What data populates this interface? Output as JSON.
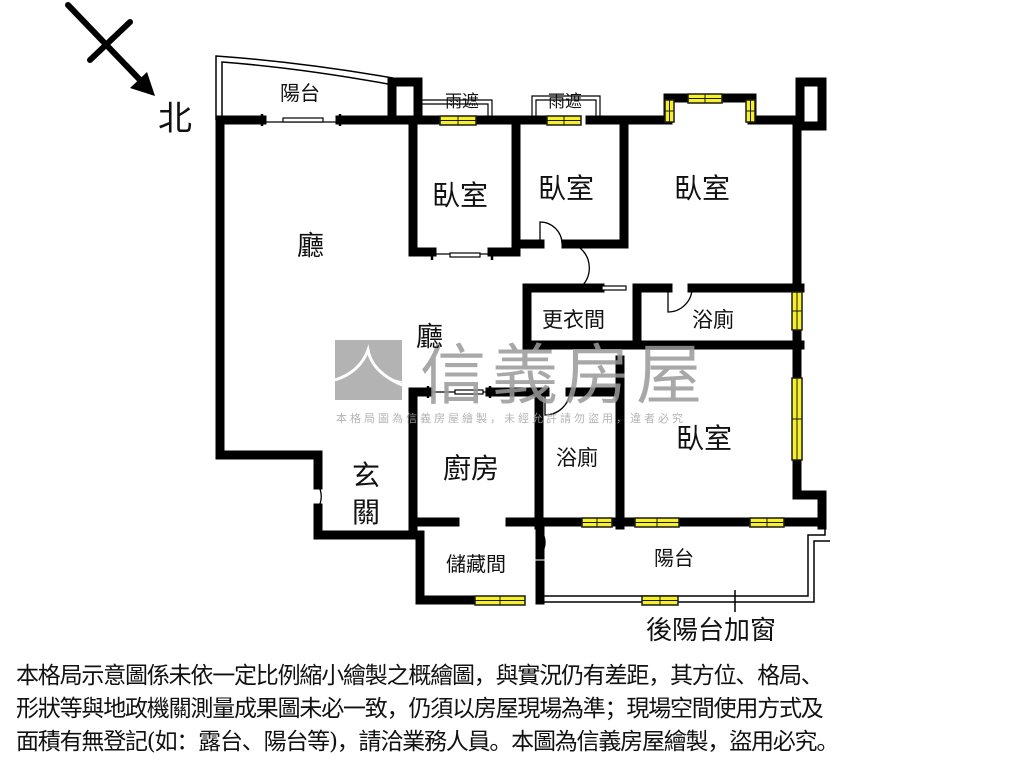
{
  "compass": {
    "north_label": "北",
    "icon": "north-arrow-icon"
  },
  "rooms": {
    "front_balcony": "陽台",
    "rain_shelter_1": "雨遮",
    "rain_shelter_2": "雨遮",
    "living_room_1": "廳",
    "living_room_2": "廳",
    "bedroom_1": "臥室",
    "bedroom_2": "臥室",
    "bedroom_3": "臥室",
    "bedroom_4": "臥室",
    "walk_in_closet": "更衣間",
    "bathroom_1": "浴廁",
    "bathroom_2": "浴廁",
    "kitchen": "廚房",
    "entrance_1": "玄",
    "entrance_2": "關",
    "storage": "儲藏間",
    "rear_balcony": "陽台",
    "rear_balcony_note": "後陽台加窗"
  },
  "watermark": {
    "brand": "信義房屋",
    "notice": "本格局圖為信義房屋繪製，未經允許請勿盜用，違者必究",
    "color": "#9a9a9a"
  },
  "colors": {
    "wall": "#000000",
    "window": "#f5f02a",
    "window_frame": "#1a1a1a"
  },
  "disclaimer": {
    "lines": [
      "本格局示意圖係未依一定比例縮小繪製之概繪圖，與實況仍有差距，其方位、格局、",
      "形狀等與地政機關測量成果圖未必一致，仍須以房屋現場為準；現場空間使用方式及",
      "面積有無登記(如：露台、陽台等)，請洽業務人員。本圖為信義房屋繪製，盜用必究。"
    ]
  }
}
